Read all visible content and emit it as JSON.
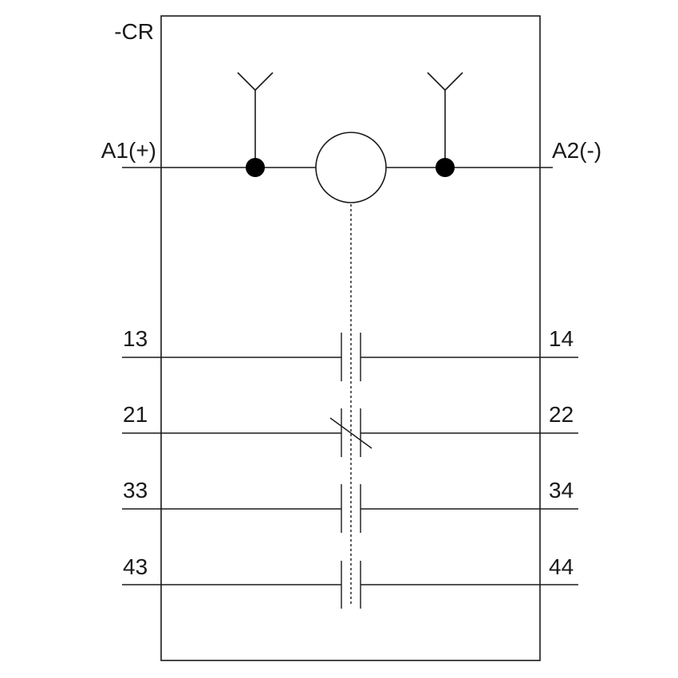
{
  "device_tag": "-CR",
  "coil": {
    "terminal_left": "A1(+)",
    "terminal_right": "A2(-)"
  },
  "contacts": [
    {
      "left": "13",
      "right": "14",
      "kind": "normally-open"
    },
    {
      "left": "21",
      "right": "22",
      "kind": "normally-closed"
    },
    {
      "left": "33",
      "right": "34",
      "kind": "normally-open"
    },
    {
      "left": "43",
      "right": "44",
      "kind": "normally-open"
    }
  ],
  "colors": {
    "line": "#1a1a1a",
    "background": "#ffffff"
  }
}
